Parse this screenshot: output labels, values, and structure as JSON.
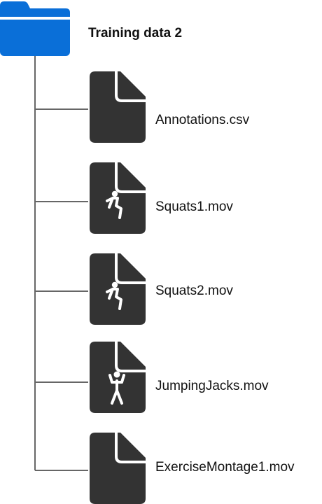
{
  "folder": {
    "name": "Training data 2",
    "icon": "folder-icon",
    "color": "#0a6fd8"
  },
  "files": [
    {
      "name": "Annotations.csv",
      "icon": "document-icon",
      "glyph": "none"
    },
    {
      "name": "Squats1.mov",
      "icon": "video-document-icon",
      "glyph": "squat-figure"
    },
    {
      "name": "Squats2.mov",
      "icon": "video-document-icon",
      "glyph": "squat-figure"
    },
    {
      "name": "JumpingJacks.mov",
      "icon": "video-document-icon",
      "glyph": "jumping-jack-figure"
    },
    {
      "name": "ExerciseMontage1.mov",
      "icon": "document-icon",
      "glyph": "none"
    }
  ],
  "colors": {
    "document": "#333333",
    "line": "#666666",
    "glyph": "#ffffff"
  }
}
